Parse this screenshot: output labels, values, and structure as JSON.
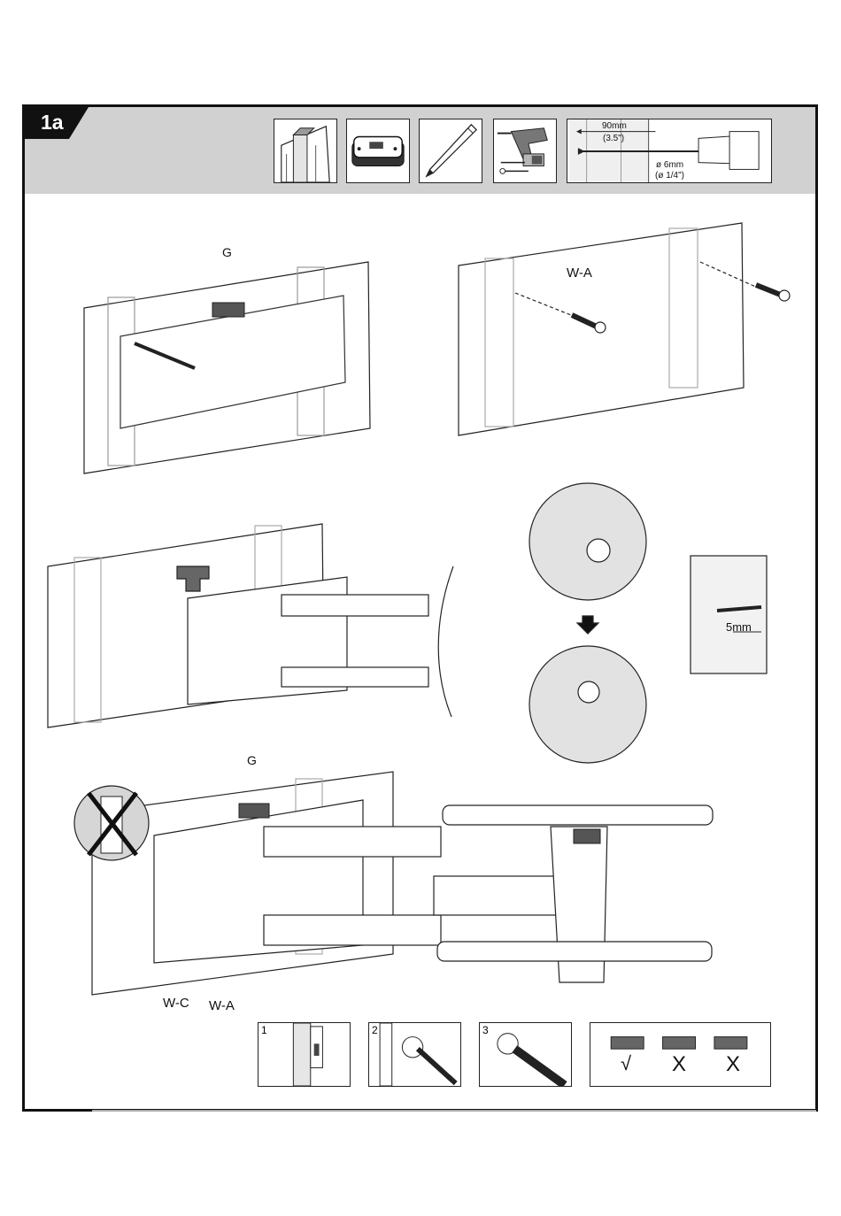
{
  "step": {
    "label": "1a"
  },
  "tools": {
    "drill_spec": {
      "length_mm": "90mm",
      "length_in": "(3.5\")",
      "dia_mm": "ø 6mm",
      "dia_in": "(ø 1/4\")"
    }
  },
  "labels": {
    "level_top": "G",
    "screw_top": "W-A",
    "level_bottom": "G",
    "washer": "W-C",
    "screw_bottom": "W-A",
    "depth": "5mm"
  },
  "steps": {
    "s1": "1",
    "s2": "2",
    "s3": "3"
  },
  "level_check": {
    "ok": "√",
    "bad1": "X",
    "bad2": "X"
  },
  "colors": {
    "header_band": "#d1d1d1",
    "frame": "#111111",
    "accent_fill": "#555555"
  }
}
